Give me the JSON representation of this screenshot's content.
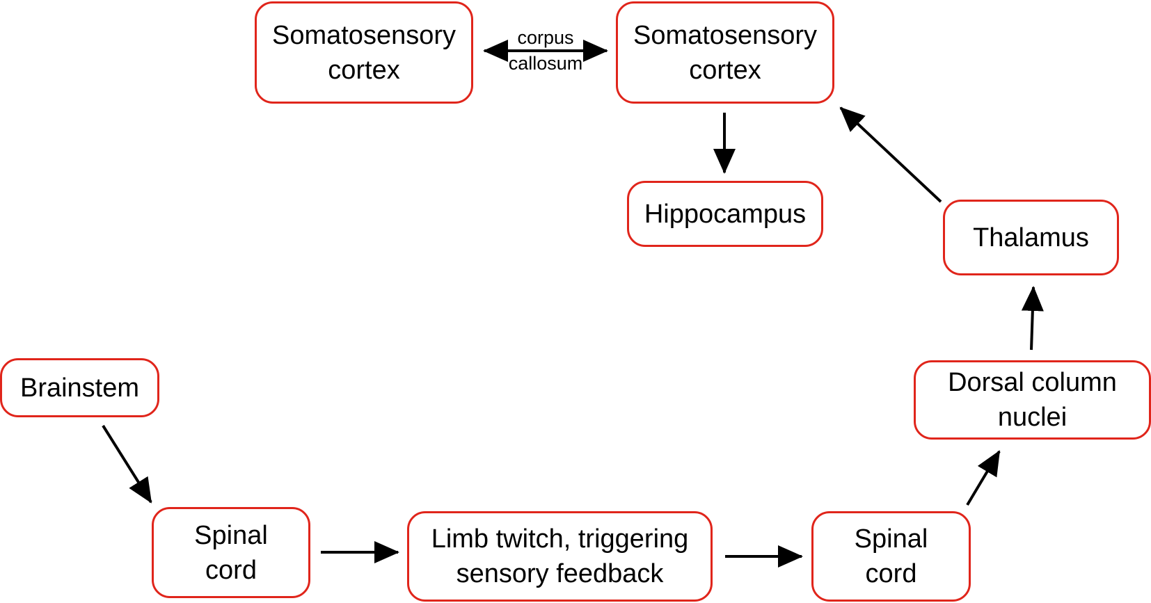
{
  "colors": {
    "node_border": "#e0251b",
    "arrow": "#000000",
    "text": "#000000",
    "background": "#ffffff"
  },
  "nodes": {
    "somatosensory_cortex_left": "Somatosensory\ncortex",
    "somatosensory_cortex_right": "Somatosensory\ncortex",
    "hippocampus": "Hippocampus",
    "thalamus": "Thalamus",
    "brainstem": "Brainstem",
    "spinal_cord_left": "Spinal\ncord",
    "limb_twitch": "Limb twitch, triggering\nsensory feedback",
    "spinal_cord_right": "Spinal\ncord",
    "dorsal_column_nuclei": "Dorsal column\nnuclei"
  },
  "edge_labels": {
    "corpus_callosum_top": "corpus",
    "corpus_callosum_bottom": "callosum"
  },
  "edges": [
    {
      "from": "somatosensory_cortex_left",
      "to": "somatosensory_cortex_right",
      "bidirectional": true,
      "label": "corpus callosum"
    },
    {
      "from": "somatosensory_cortex_right",
      "to": "hippocampus",
      "bidirectional": false
    },
    {
      "from": "thalamus",
      "to": "somatosensory_cortex_right",
      "bidirectional": false
    },
    {
      "from": "dorsal_column_nuclei",
      "to": "thalamus",
      "bidirectional": false
    },
    {
      "from": "brainstem",
      "to": "spinal_cord_left",
      "bidirectional": false
    },
    {
      "from": "spinal_cord_left",
      "to": "limb_twitch",
      "bidirectional": false
    },
    {
      "from": "limb_twitch",
      "to": "spinal_cord_right",
      "bidirectional": false
    },
    {
      "from": "spinal_cord_right",
      "to": "dorsal_column_nuclei",
      "bidirectional": false
    }
  ]
}
